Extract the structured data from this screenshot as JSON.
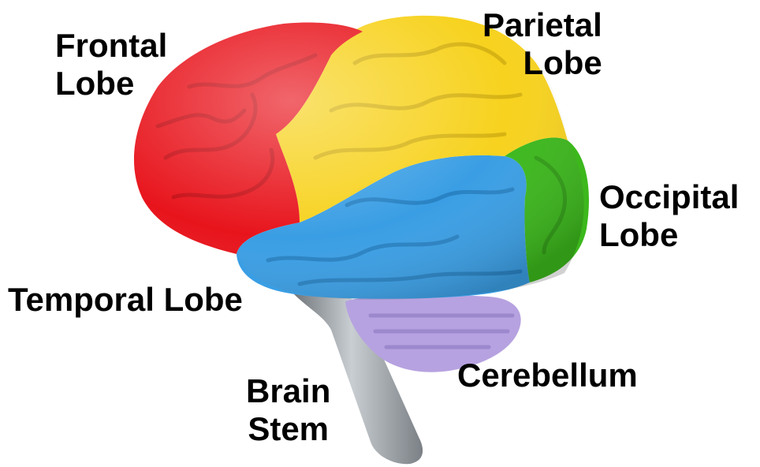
{
  "colors": {
    "frontal": "#e8141c",
    "parietal": "#f7d21e",
    "occipital": "#3cb81c",
    "temporal": "#3a9ee4",
    "cerebellum": "#b6a2e0",
    "brain_stem": "#9aa0a6"
  },
  "labels": {
    "frontal": [
      "Frontal",
      "Lobe"
    ],
    "parietal": [
      "Parietal",
      "Lobe"
    ],
    "occipital": [
      "Occipital",
      "Lobe"
    ],
    "temporal": "Temporal Lobe",
    "cerebellum": "Cerebellum",
    "brain_stem": [
      "Brain",
      "Stem"
    ]
  }
}
